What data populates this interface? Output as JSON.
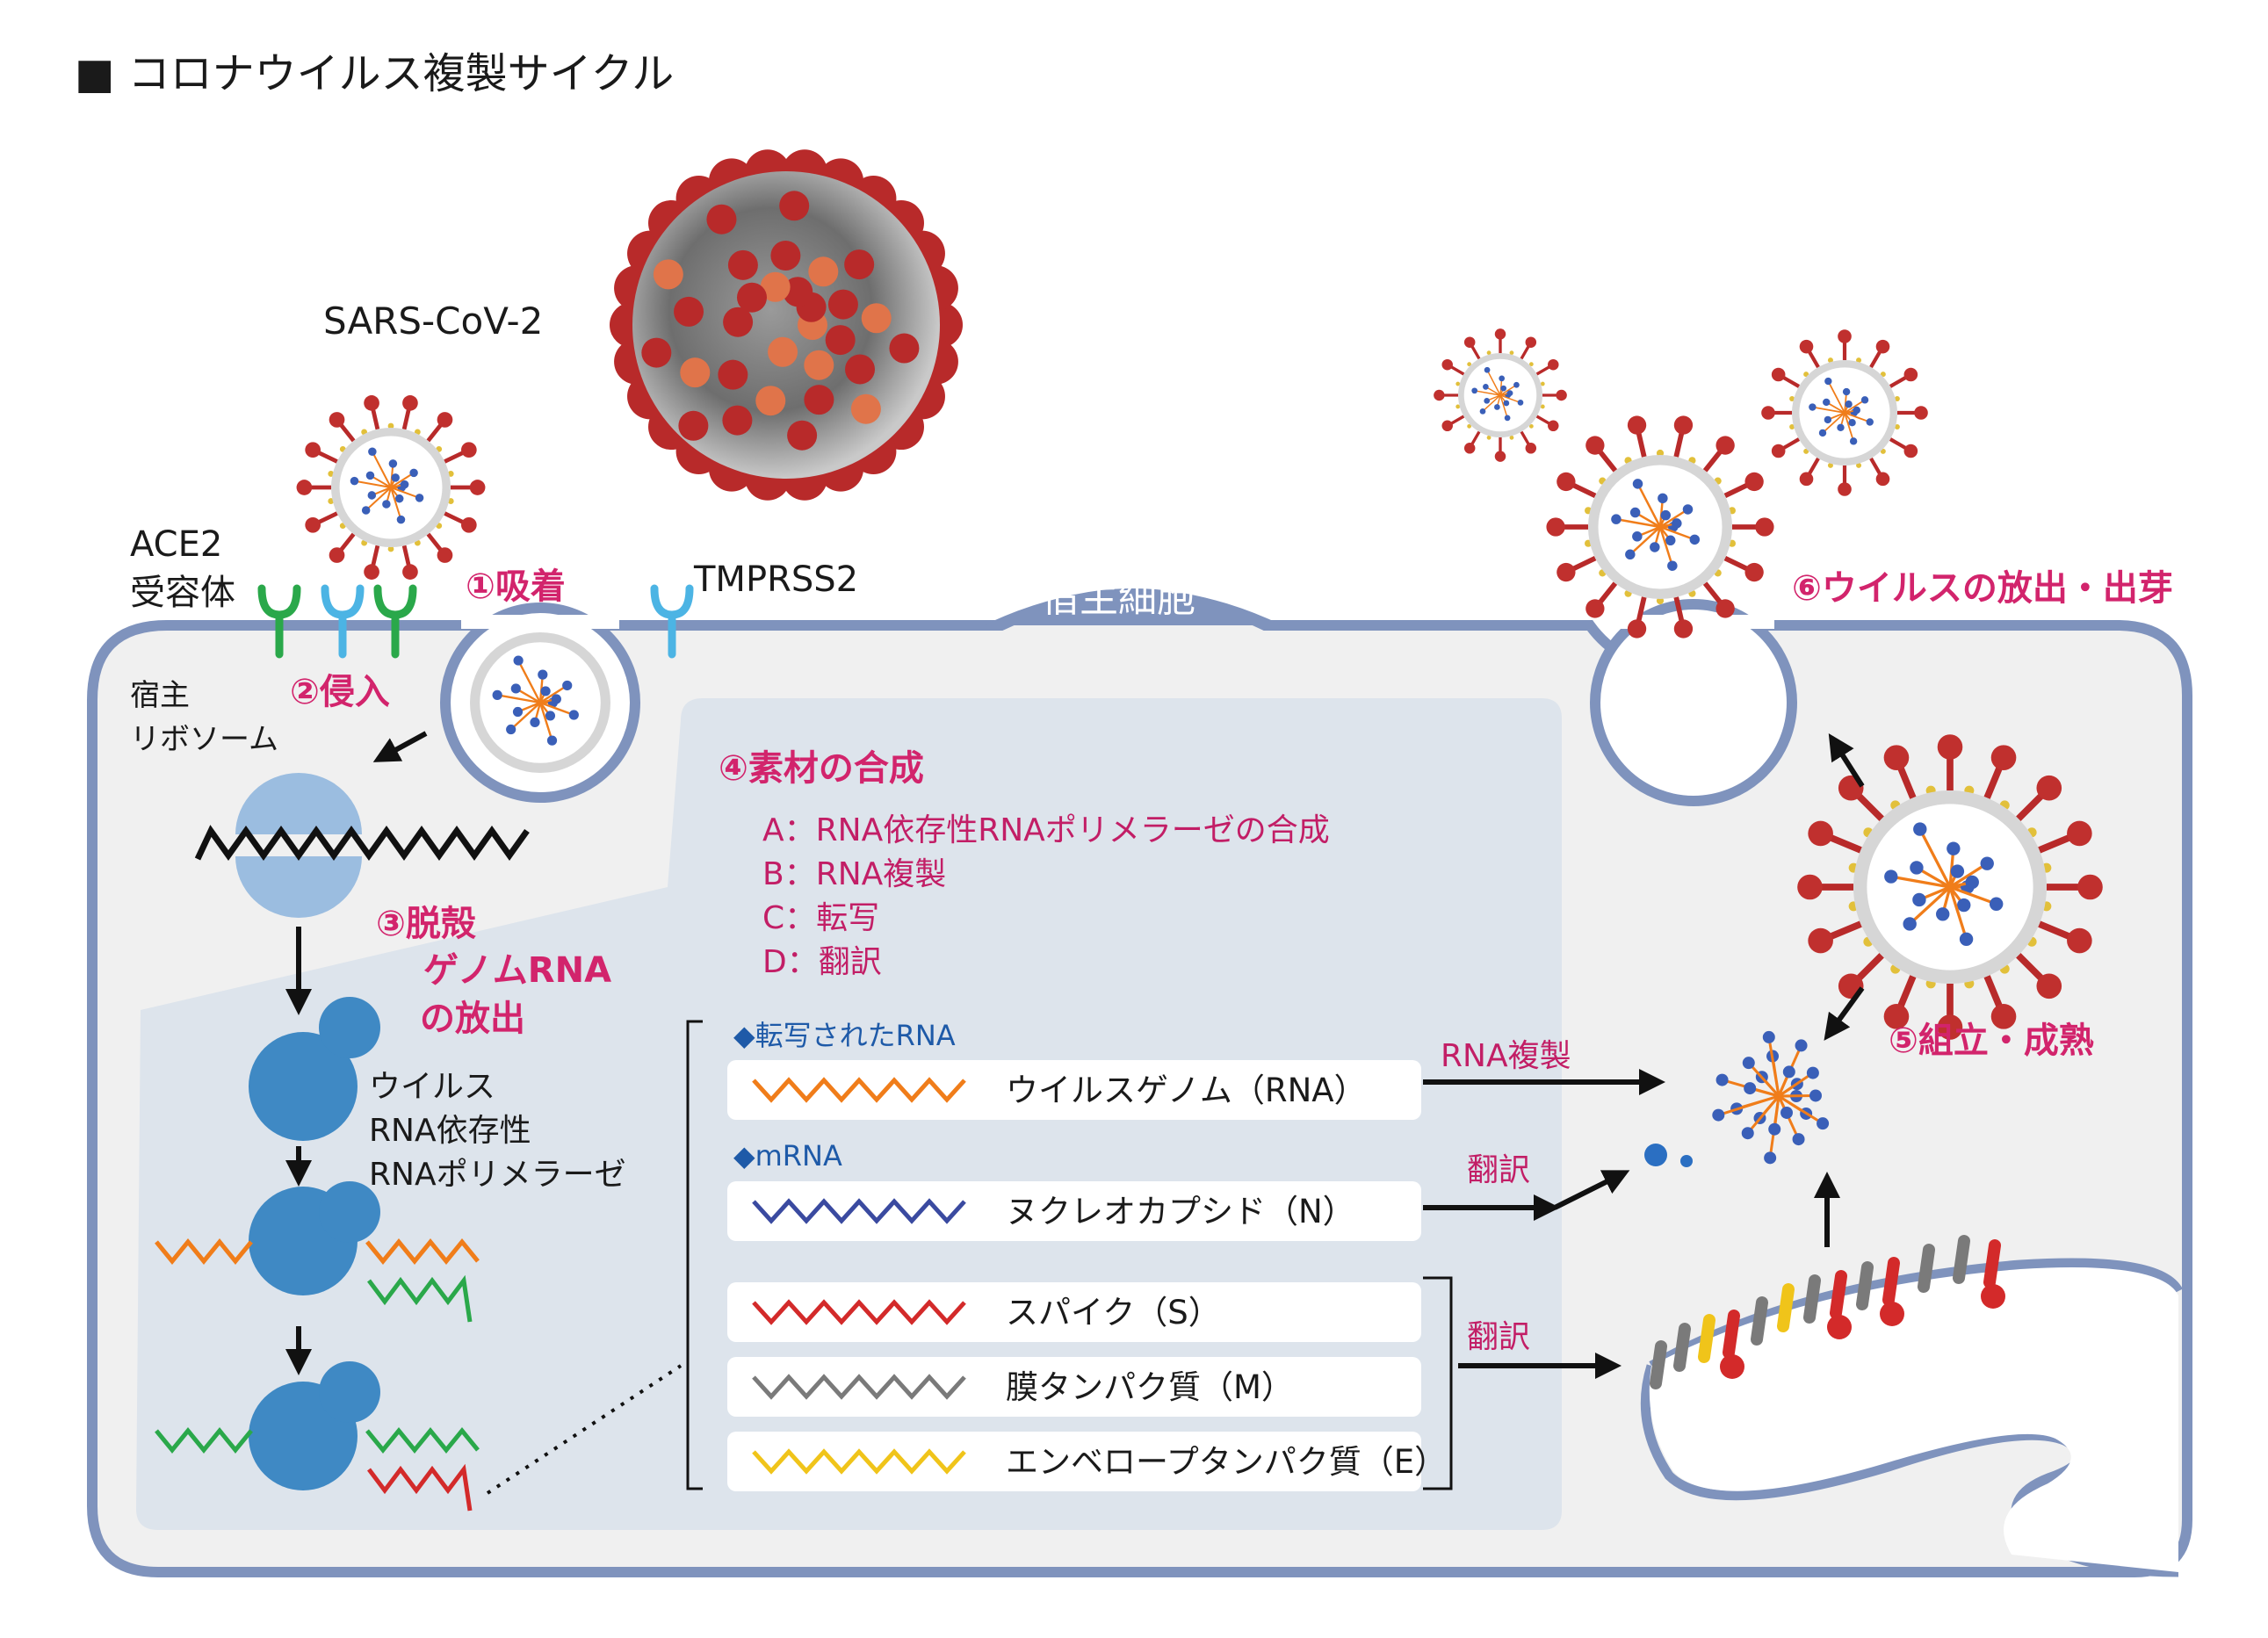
{
  "title": "■ コロナウイルス複製サイクル",
  "virus_name": "SARS-CoV-2",
  "receptor": {
    "line1": "ACE2",
    "line2": "受容体"
  },
  "protease": "TMPRSS2",
  "host_cell": "宿主細胞",
  "ribosome": {
    "line1": "宿主",
    "line2": "リボソーム"
  },
  "steps": {
    "s1": "①吸着",
    "s2": "②侵入",
    "s3": {
      "line1": "③脱殻",
      "line2": "ゲノムRNA",
      "line3": "の放出"
    },
    "s4": "④素材の合成",
    "s5": "⑤組立・成熟",
    "s6": "⑥ウイルスの放出・出芽"
  },
  "synthesis_items": [
    "A：RNA依存性RNAポリメラーゼの合成",
    "B：RNA複製",
    "C：転写",
    "D：翻訳"
  ],
  "polymerase": {
    "line1": "ウイルス",
    "line2": "RNA依存性",
    "line3": "RNAポリメラーゼ"
  },
  "transcribed_header": "◆転写されたRNA",
  "mrna_header": "◆mRNA",
  "rna_boxes": [
    {
      "label": "ウイルスゲノム（RNA）",
      "color": "#f07d1a"
    },
    {
      "label": "ヌクレオカプシド（N）",
      "color": "#3a4aa0"
    },
    {
      "label": "スパイク（S）",
      "color": "#d32a2a"
    },
    {
      "label": "膜タンパク質（M）",
      "color": "#7a7a7a"
    },
    {
      "label": "エンベロープタンパク質（E）",
      "color": "#f0c41a"
    }
  ],
  "arrow_labels": {
    "replication": "RNA複製",
    "translate1": "翻訳",
    "translate2": "翻訳"
  },
  "colors": {
    "pink": "#d2246c",
    "cell_border": "#7f93bd",
    "cell_fill": "#f0f0f0",
    "inner_panel": "#dde4ec",
    "polymerase": "#3f89c4",
    "ribosome": "#9bbde0",
    "orange": "#f07d1a",
    "green": "#2aa84a",
    "red": "#d32a2a",
    "virus_red": "#b82a2a"
  }
}
